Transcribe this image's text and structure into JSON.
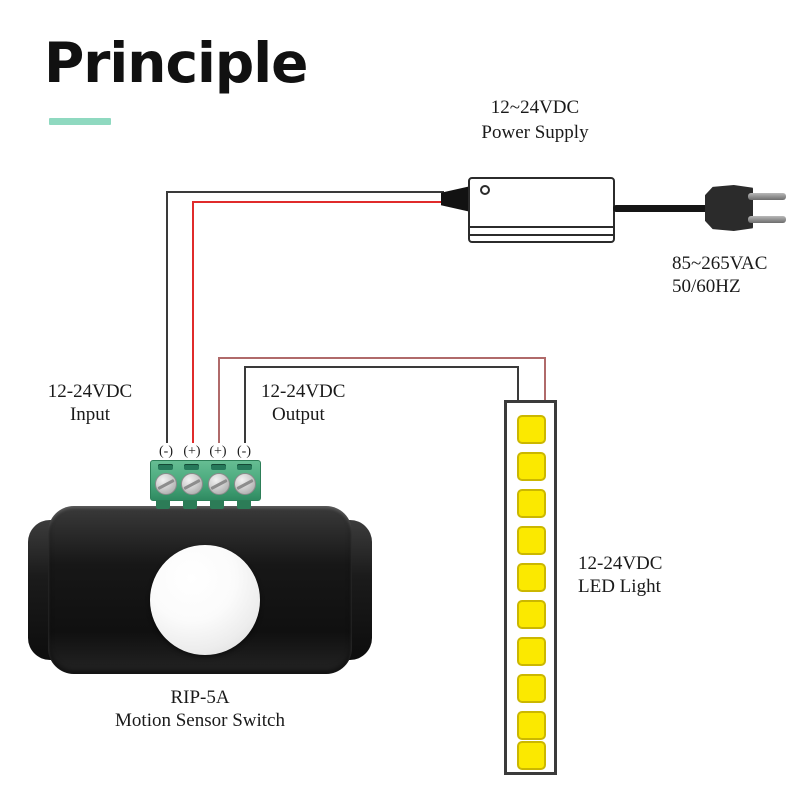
{
  "page": {
    "title": "Principle",
    "background": "#ffffff",
    "accent_color": "#8fd9c0"
  },
  "labels": {
    "power_supply_line1": "12~24VDC",
    "power_supply_line2": "Power Supply",
    "mains_line1": "85~265VAC",
    "mains_line2": "50/60HZ",
    "input_line1": "12-24VDC",
    "input_line2": "Input",
    "output_line1": "12-24VDC",
    "output_line2": "Output",
    "led_line1": "12-24VDC",
    "led_line2": "LED Light",
    "device_line1": "RIP-5A",
    "device_line2": "Motion Sensor Switch"
  },
  "terminal_block": {
    "terminals": [
      {
        "label": "(-)",
        "polarity": "negative",
        "wire_color": "#3a3a3a",
        "function": "input-negative"
      },
      {
        "label": "(+)",
        "polarity": "positive",
        "wire_color": "#e02b2b",
        "function": "input-positive"
      },
      {
        "label": "(+)",
        "polarity": "positive",
        "wire_color": "#b06a6a",
        "function": "output-positive"
      },
      {
        "label": "(-)",
        "polarity": "negative",
        "wire_color": "#3a3a3a",
        "function": "output-negative"
      }
    ],
    "body_color": "#49a87c",
    "screw_color": "#cfcfcf"
  },
  "power_supply": {
    "body_color": "#ffffff",
    "outline_color": "#2b2b2b",
    "led_indicator": "circle",
    "cord_color": "#151515",
    "plug_type": "two-prong-europlug"
  },
  "sensor": {
    "body_color": "#171717",
    "dome_color": "#ffffff",
    "mounting_holes": 2
  },
  "led_strip": {
    "led_count": 10,
    "led_color": "#fbe900",
    "strip_color": "#ffffff",
    "border_color": "#3b3b3b"
  },
  "wires": {
    "input_negative_color": "#3a3a3a",
    "input_positive_color": "#e02b2b",
    "output_positive_color": "#b06a6a",
    "output_negative_color": "#3a3a3a"
  }
}
